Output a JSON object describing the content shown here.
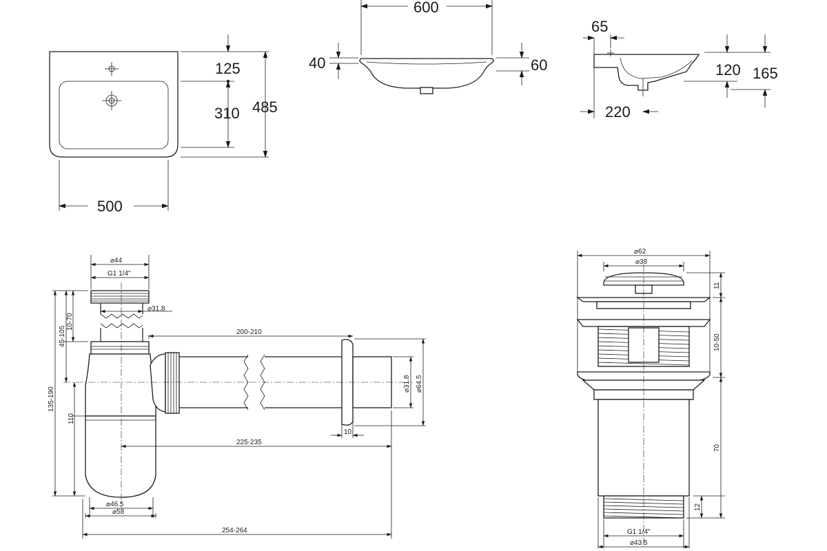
{
  "basin_front": {
    "width": "500",
    "depth_back": "125",
    "depth_bowl": "310",
    "depth_total": "485"
  },
  "basin_side_front": {
    "width": "600",
    "rim": "40",
    "height": "60"
  },
  "basin_section": {
    "top": "65",
    "bowl_depth": "120",
    "total_height": "165",
    "outlet_offset": "220"
  },
  "siphon": {
    "d44": "⌀44",
    "thread": "G1 1/4\"",
    "d31_8": "⌀31.8",
    "h45_105": "45-105",
    "h10_70": "10-70",
    "h135_190": "135-190",
    "h110": "110",
    "l200_210": "200-210",
    "l225_235": "225-235",
    "l254_264": "254-264",
    "d46_5": "⌀46.5",
    "d58": "⌀58",
    "pipe_d": "⌀31.8",
    "flange_d": "⌀64.5",
    "flange_t": "10"
  },
  "drain_valve": {
    "d62": "⌀62",
    "d38": "⌀38",
    "h11": "11",
    "h10_50": "10-50",
    "h70": "70",
    "h12": "12",
    "thread": "G1 1/4\"",
    "d43_5": "⌀43.5"
  }
}
